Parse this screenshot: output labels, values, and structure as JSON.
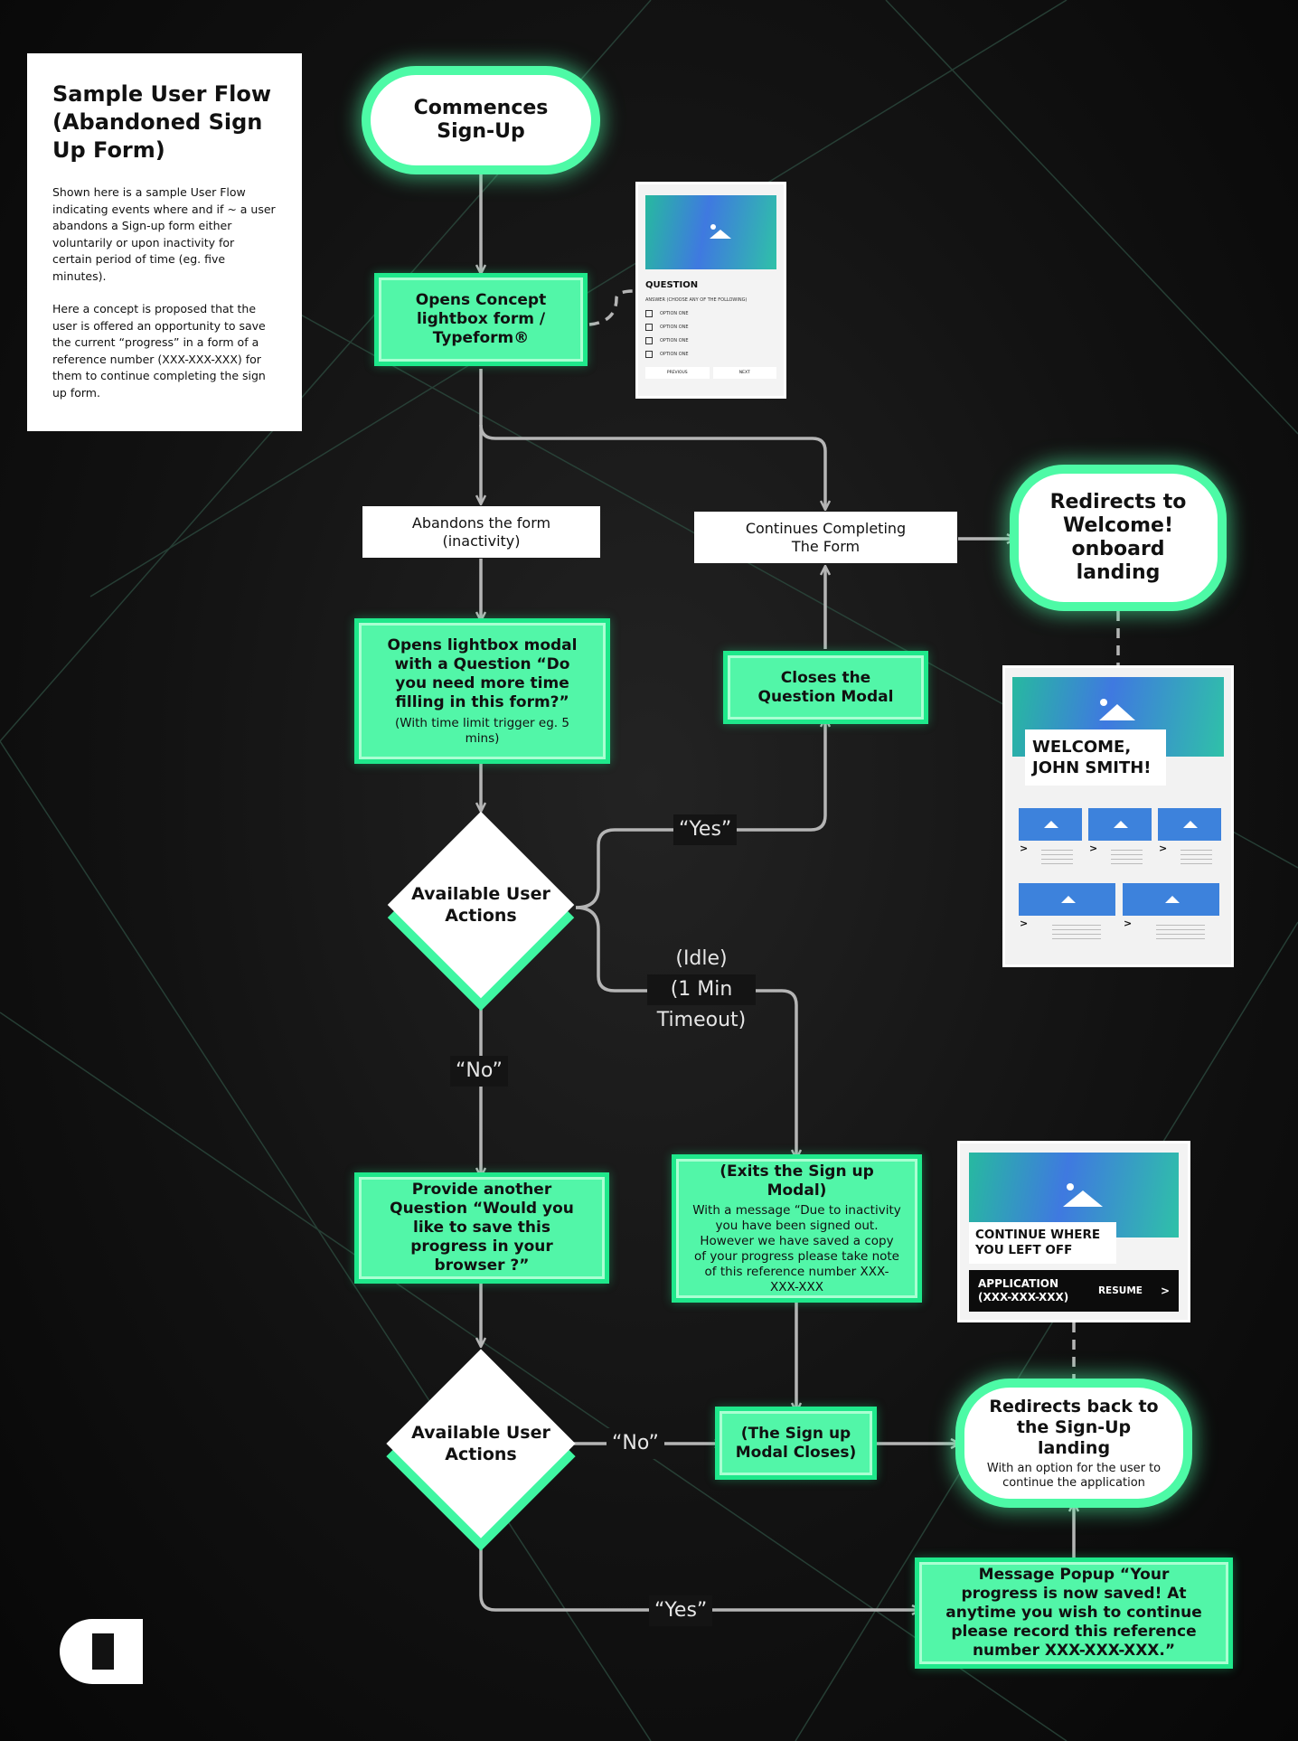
{
  "info": {
    "title": "Sample User Flow (Abandoned Sign Up Form)",
    "para1": "Shown here is a sample User Flow indicating events where and if ~ a user abandons a Sign-up form either voluntarily or upon inactivity for certain period of time (eg. five minutes).",
    "para2": "Here a concept is proposed that the user is offered an opportunity to save the current “progress” in a form of a reference number (XXX-XXX-XXX) for them to continue completing the sign up form."
  },
  "nodes": {
    "start": "Commences Sign-Up",
    "opens_form": "Opens Concept lightbox form / Typeform®",
    "abandons": "Abandons the form (inactivity)",
    "continues": "Continues Completing The Form",
    "redirect_welcome": "Redirects to Welcome! onboard landing",
    "modal_title": "Opens lightbox modal with a Question “Do you need more time filling in this form?”",
    "modal_sub": "(With time limit trigger eg. 5 mins)",
    "closes_modal": "Closes the Question Modal",
    "actions1": "Available User Actions",
    "save_q": "Provide another Question “Would you like to save this progress in your browser ?”",
    "exits_title": "(Exits the Sign up Modal)",
    "exits_sub": "With a message “Due to inactivity you have been signed out. However we have saved a copy of your progress  please take note of this reference number XXX-XXX-XXX",
    "actions2": "Available User Actions",
    "modal_closes": "(The Sign up Modal Closes)",
    "redirect_back_title": "Redirects back to the Sign-Up landing",
    "redirect_back_sub": "With an option for the user to continue the application",
    "popup": "Message Popup “Your progress is now saved! At anytime you wish to continue please record this reference number XXX-XXX-XXX.”"
  },
  "labels": {
    "yes1": "“Yes”",
    "idle": "(Idle)",
    "idle2": "(1 Min",
    "idle3": "Timeout)",
    "no1": "“No”",
    "no2": "“No”",
    "yes2": "“Yes”"
  },
  "mock_form": {
    "question": "QUESTION",
    "answer": "ANSWER (CHOOSE ANY OF THE FOLLOWING)",
    "options": [
      "OPTION ONE",
      "OPTION ONE",
      "OPTION ONE",
      "OPTION ONE"
    ],
    "previous": "PREVIOUS",
    "next": "NEXT"
  },
  "mock_welcome": {
    "greeting_line1": "WELCOME,",
    "greeting_line2": "JOHN SMITH!",
    "arrow": ">"
  },
  "mock_resume": {
    "title_line1": "CONTINUE WHERE",
    "title_line2": "YOU LEFT OFF",
    "app_line1": "APPLICATION",
    "app_line2": "(XXX-XXX-XXX)",
    "resume": "RESUME",
    "arrow": ">"
  },
  "colors": {
    "accent": "#4dfaa6",
    "box_green": "#52f6a8",
    "line": "#b5b5b5",
    "background": "#121212"
  }
}
